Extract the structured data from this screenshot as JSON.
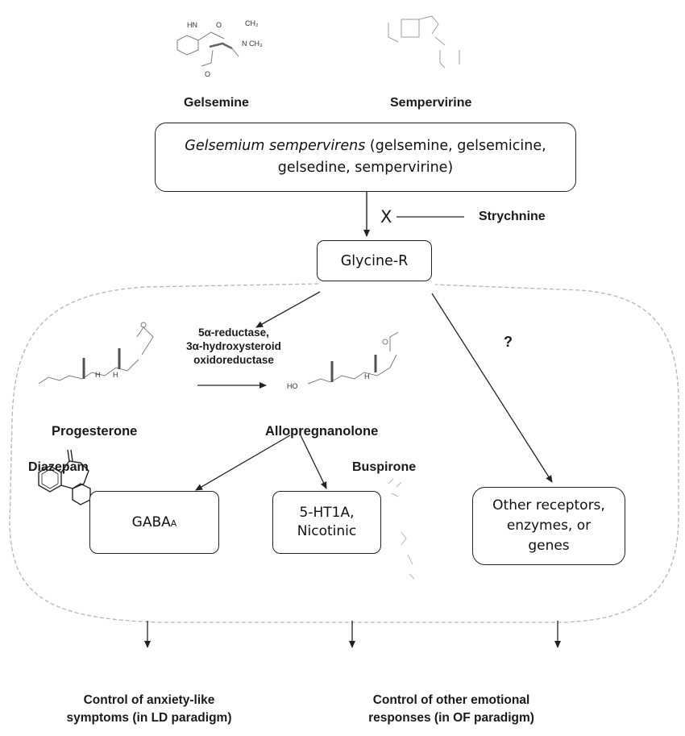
{
  "molecules": {
    "gelsemine": "Gelsemine",
    "sempervirine": "Sempervirine",
    "progesterone": "Progesterone",
    "allopregnanolone": "Allopregnanolone",
    "diazepam": "Diazepam",
    "buspirone": "Buspirone"
  },
  "source_box": {
    "italic": "Gelsemium sempervirens",
    "line1_rest": " (gelsemine, gelsemicine,",
    "line2": "gelsedine, sempervirine)"
  },
  "inhibitor": {
    "mark": "X",
    "label": "Strychnine"
  },
  "receptor": "Glycine-R",
  "enzymes": {
    "line1": "5α-reductase,",
    "line2": "3α-hydroxysteroid",
    "line3": "oxidoreductase"
  },
  "question": "?",
  "targets": {
    "gaba_main": "GABA",
    "gaba_sub": "A",
    "serotonin_line1": "5-HT1A,",
    "serotonin_line2": "Nicotinic",
    "other_line1": "Other receptors,",
    "other_line2": "enzymes, or",
    "other_line3": "genes"
  },
  "outcomes": {
    "anxiety_line1": "Control of anxiety-like",
    "anxiety_line2": "symptoms (in LD paradigm)",
    "emotional_line1": "Control of other emotional",
    "emotional_line2": "responses (in OF paradigm)"
  },
  "structure_text": {
    "hn": "HN",
    "o": "O",
    "ch2": "CH₂",
    "nch3": "N  CH₃",
    "o2": "O",
    "ho": "HO",
    "h": "H"
  }
}
